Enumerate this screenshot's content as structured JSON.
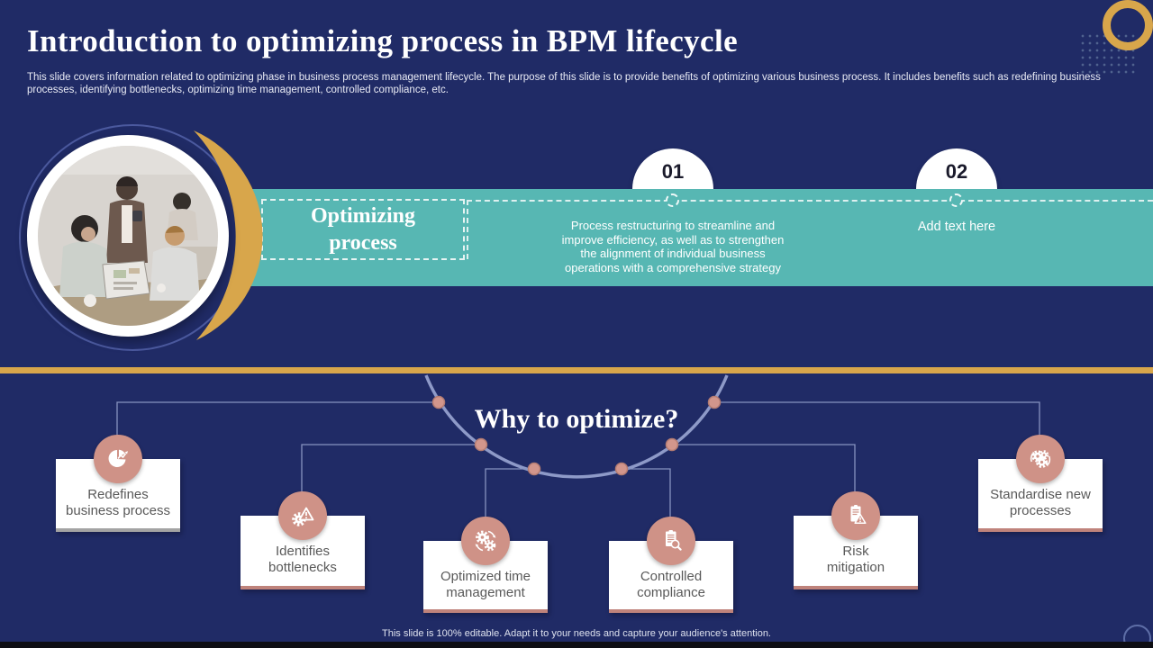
{
  "slide": {
    "title": "Introduction to optimizing process in BPM lifecycle",
    "description": "This slide covers information related to optimizing phase in business process management lifecycle. The purpose of this slide is to provide benefits of optimizing various business process. It includes benefits such as redefining business processes, identifying bottlenecks, optimizing time management, controlled compliance, etc.",
    "footer": "This slide is 100% editable. Adapt it to your needs and capture your audience's attention."
  },
  "process_section": {
    "label": "Optimizing\nprocess",
    "steps": [
      {
        "number": "01",
        "text": "Process restructuring to streamline and\nimprove efficiency, as well as to strengthen\nthe alignment of individual business\noperations with a comprehensive strategy"
      },
      {
        "number": "02",
        "text": "Add text here"
      }
    ]
  },
  "why_section": {
    "heading": "Why to optimize?",
    "benefits": [
      {
        "label": "Redefines business process",
        "icon": "pie-chart-growth-icon"
      },
      {
        "label": "Identifies bottlenecks",
        "icon": "gear-warning-icon"
      },
      {
        "label": "Optimized time management",
        "icon": "gears-cycle-icon"
      },
      {
        "label": "Controlled compliance",
        "icon": "document-magnifier-icon"
      },
      {
        "label": "Risk mitigation",
        "icon": "document-warning-icon"
      },
      {
        "label": "Standardise new processes",
        "icon": "gears-refresh-icon"
      }
    ]
  },
  "colors": {
    "background_navy": "#202b66",
    "teal_band": "#57b7b3",
    "gold_accent": "#d8a64b",
    "salmon_icon": "#cf9287",
    "card_text_gray": "#595959",
    "arc_blue": "#8e9ac8"
  }
}
